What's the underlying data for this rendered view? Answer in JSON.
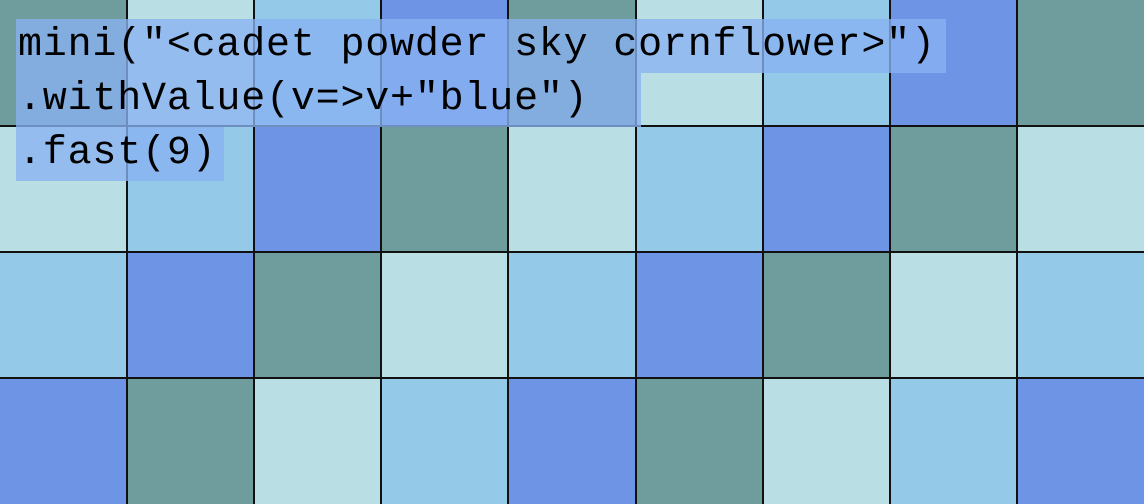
{
  "code": {
    "lines": [
      "mini(\"<cadet powder sky cornflower>\")",
      ".withValue(v=>v+\"blue\")",
      ".fast(9)"
    ]
  },
  "grid": {
    "rows": 4,
    "cols": 9,
    "colors": {
      "cadetblue": "#6f9c9d",
      "powderblue": "#b9dfe4",
      "skyblue": "#94cae8",
      "cornflowerblue": "#6e94e6"
    },
    "pattern": [
      [
        "cadetblue",
        "powderblue",
        "skyblue",
        "cornflowerblue",
        "cadetblue",
        "powderblue",
        "skyblue",
        "cornflowerblue",
        "cadetblue"
      ],
      [
        "powderblue",
        "skyblue",
        "cornflowerblue",
        "cadetblue",
        "powderblue",
        "skyblue",
        "cornflowerblue",
        "cadetblue",
        "powderblue"
      ],
      [
        "skyblue",
        "cornflowerblue",
        "cadetblue",
        "powderblue",
        "skyblue",
        "cornflowerblue",
        "cadetblue",
        "powderblue",
        "skyblue"
      ],
      [
        "cornflowerblue",
        "cadetblue",
        "powderblue",
        "skyblue",
        "cornflowerblue",
        "cadetblue",
        "powderblue",
        "skyblue",
        "cornflowerblue"
      ]
    ]
  }
}
